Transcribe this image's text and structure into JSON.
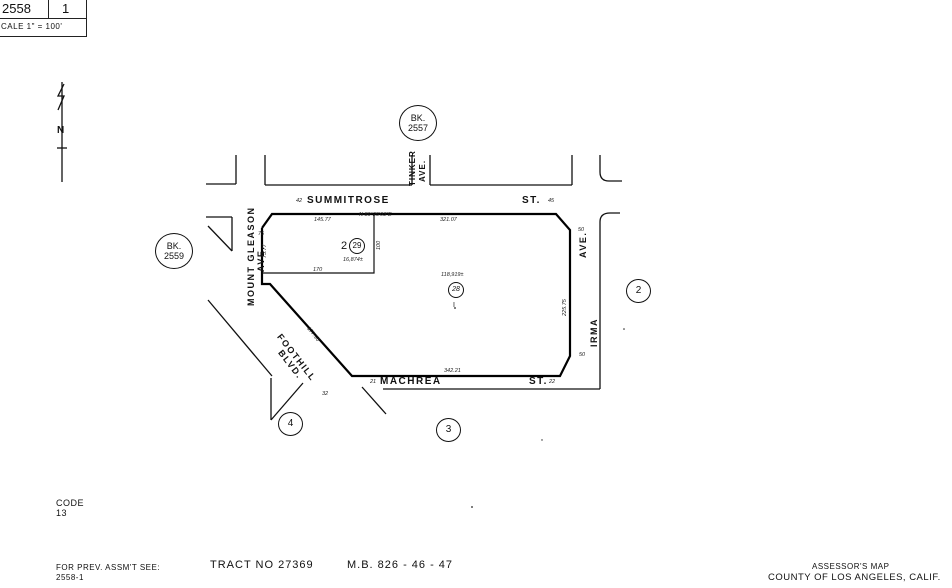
{
  "header": {
    "book": "2558",
    "page": "1",
    "scale": "CALE 1\" = 100'"
  },
  "north_label": "N",
  "book_refs": [
    {
      "line1": "BK.",
      "line2": "2557"
    },
    {
      "line1": "BK.",
      "line2": "2559"
    }
  ],
  "streets": {
    "summitrose": "SUMMITROSE",
    "summitrose_suffix": "ST.",
    "tinker": "TINKER",
    "tinker_suffix": "AVE.",
    "mount_gleason": "MOUNT GLEASON",
    "mount_gleason_suffix": "AVE.",
    "foothill": "FOOTHILL",
    "foothill_suffix": "BLVD.",
    "machrea": "MACHREA",
    "machrea_suffix": "ST.",
    "irma": "IRMA",
    "irma_suffix": "AVE."
  },
  "street_codes": {
    "summitrose_left": "42",
    "summitrose_right": "45",
    "machrea_left": "21",
    "machrea_right": "22",
    "foothill": "32"
  },
  "parcels": {
    "large_number": "28",
    "large_area": "118,919±",
    "large_marker": "I",
    "small_prefix": "2",
    "small_number": "29",
    "small_area": "16,874±"
  },
  "dimensions": {
    "north_bearing": "N 89°25'03\"E",
    "north_left": "145.77",
    "north_right": "321.07",
    "small_south": "170",
    "small_east": "100",
    "west_upper": "73.77",
    "mount_gleason_width": "75",
    "machrea": "342.21",
    "foothill": "177.96",
    "irma_side": "225.75",
    "irma_north": "50",
    "irma_south": "50"
  },
  "block_numbers": [
    "2",
    "3",
    "4"
  ],
  "code": {
    "label": "CODE",
    "value": "13"
  },
  "footer": {
    "prev_label": "FOR PREV. ASSM'T SEE:",
    "prev_value": "2558-1",
    "tract": "TRACT NO  27369",
    "mb": "M.B.  826 - 46 - 47",
    "assessor": "ASSESSOR'S MAP",
    "county": "COUNTY OF LOS ANGELES, CALIF."
  }
}
